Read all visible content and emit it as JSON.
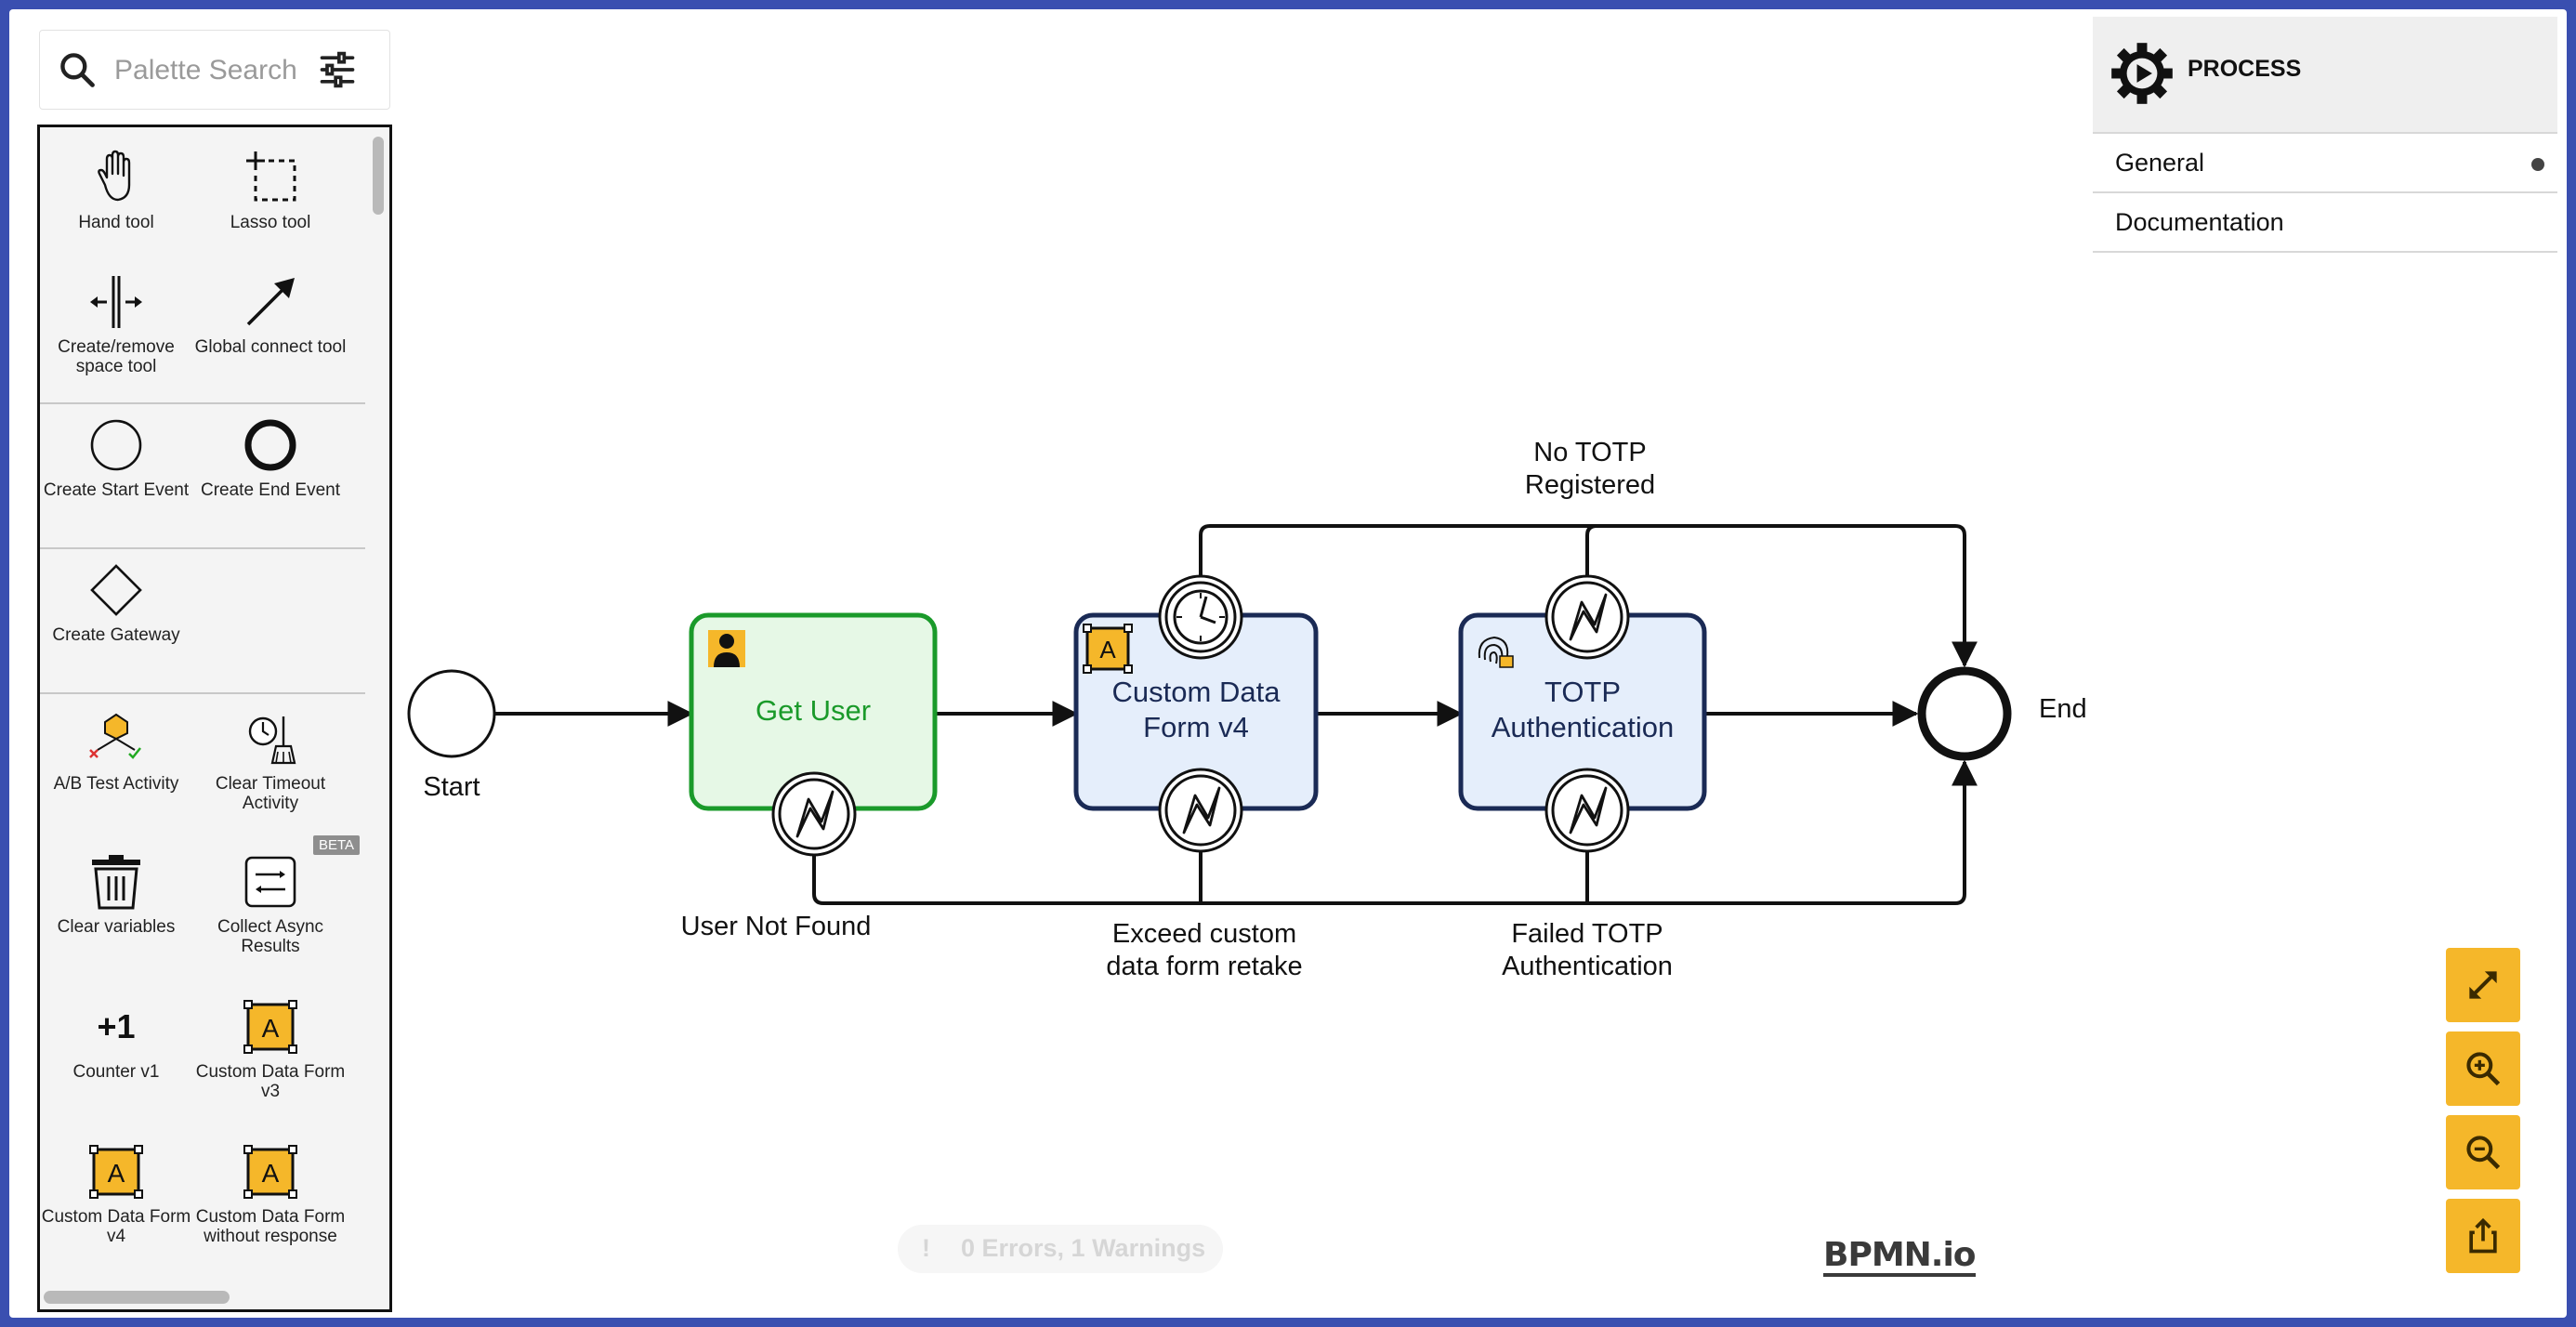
{
  "search": {
    "placeholder": "Palette Search"
  },
  "palette": {
    "hand_tool": "Hand tool",
    "lasso_tool": "Lasso tool",
    "space_tool": "Create/remove space tool",
    "global_connect": "Global connect tool",
    "start_event": "Create Start Event",
    "end_event": "Create End Event",
    "gateway": "Create Gateway",
    "ab_test": "A/B Test Activity",
    "clear_timeout": "Clear Timeout Activity",
    "clear_variables": "Clear variables",
    "collect_async": "Collect Async Results",
    "collect_async_badge": "BETA",
    "counter": "Counter v1",
    "custom_v3": "Custom Data Form v3",
    "custom_v4": "Custom Data Form v4",
    "custom_noresp": "Custom Data Form without response"
  },
  "properties": {
    "title": "PROCESS",
    "general": "General",
    "documentation": "Documentation"
  },
  "diagram": {
    "start_label": "Start",
    "end_label": "End",
    "get_user": "Get User",
    "custom_form_line1": "Custom Data",
    "custom_form_line2": "Form v4",
    "totp_line1": "TOTP",
    "totp_line2": "Authentication",
    "no_totp_line1": "No TOTP",
    "no_totp_line2": "Registered",
    "user_not_found": "User Not Found",
    "exceed_line1": "Exceed custom",
    "exceed_line2": "data form retake",
    "failed_line1": "Failed TOTP",
    "failed_line2": "Authentication"
  },
  "status": {
    "icon": "!",
    "text": "0 Errors, 1 Warnings"
  },
  "logo": "BPMN.io",
  "colors": {
    "accent": "#f5b72a",
    "green_task_fill": "#e6f8e6",
    "green_task_stroke": "#1a9a2a",
    "blue_task_fill": "#e5eefb",
    "blue_task_stroke": "#1a2a55"
  },
  "icons": [
    "search-icon",
    "filter-icon",
    "hand-icon",
    "lasso-icon",
    "space-icon",
    "connect-icon",
    "circle-icon",
    "bold-circle-icon",
    "diamond-icon",
    "ab-test-icon",
    "timer-broom-icon",
    "trash-icon",
    "collect-icon",
    "counter-icon",
    "form-icon",
    "gear-play-icon",
    "fullscreen-icon",
    "zoom-in-icon",
    "zoom-out-icon",
    "export-icon",
    "timer-icon",
    "error-icon",
    "fingerprint-icon",
    "user-icon"
  ]
}
